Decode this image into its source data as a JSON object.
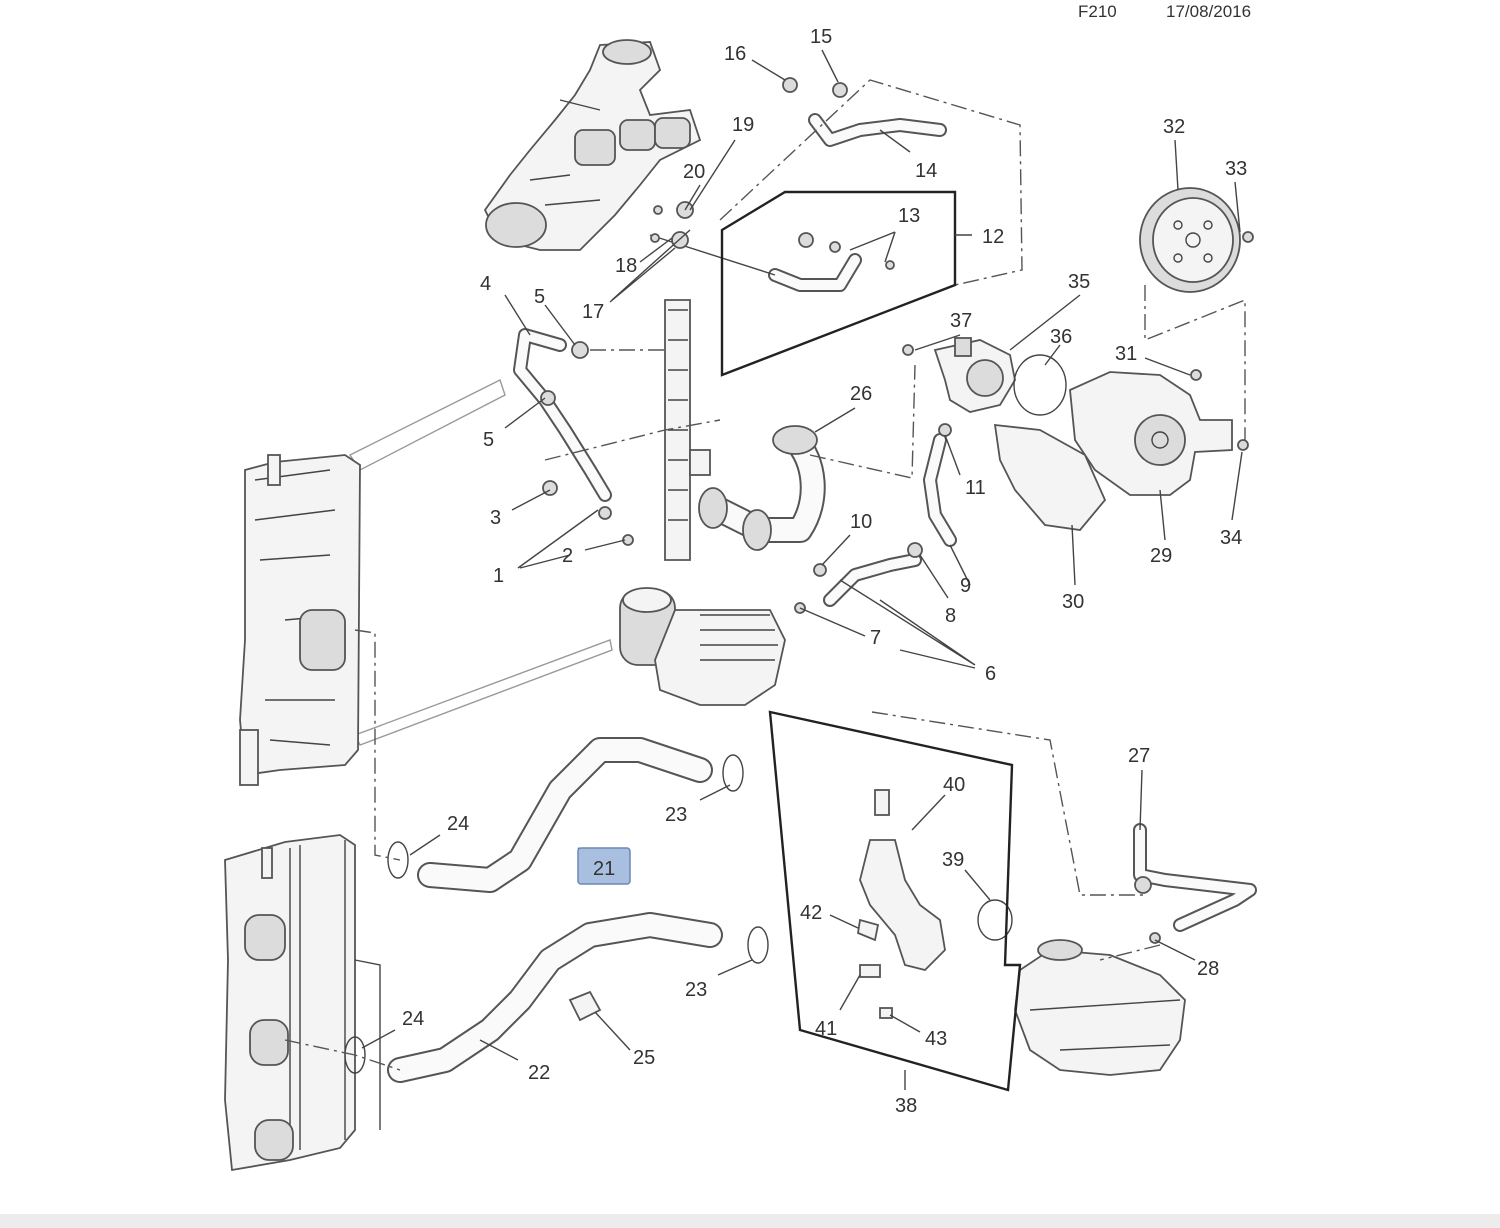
{
  "header": {
    "code": "F210",
    "date": "17/08/2016"
  },
  "callouts": [
    {
      "id": "1",
      "text": "1"
    },
    {
      "id": "2",
      "text": "2"
    },
    {
      "id": "3",
      "text": "3"
    },
    {
      "id": "4",
      "text": "4"
    },
    {
      "id": "5a",
      "text": "5"
    },
    {
      "id": "5b",
      "text": "5"
    },
    {
      "id": "6",
      "text": "6"
    },
    {
      "id": "7",
      "text": "7"
    },
    {
      "id": "8",
      "text": "8"
    },
    {
      "id": "9",
      "text": "9"
    },
    {
      "id": "10",
      "text": "10"
    },
    {
      "id": "11",
      "text": "11"
    },
    {
      "id": "12",
      "text": "12"
    },
    {
      "id": "13",
      "text": "13"
    },
    {
      "id": "14",
      "text": "14"
    },
    {
      "id": "15",
      "text": "15"
    },
    {
      "id": "16",
      "text": "16"
    },
    {
      "id": "17",
      "text": "17"
    },
    {
      "id": "18",
      "text": "18"
    },
    {
      "id": "19",
      "text": "19"
    },
    {
      "id": "20",
      "text": "20"
    },
    {
      "id": "21",
      "text": "21",
      "highlighted": true
    },
    {
      "id": "22",
      "text": "22"
    },
    {
      "id": "23a",
      "text": "23"
    },
    {
      "id": "23b",
      "text": "23"
    },
    {
      "id": "24a",
      "text": "24"
    },
    {
      "id": "24b",
      "text": "24"
    },
    {
      "id": "25",
      "text": "25"
    },
    {
      "id": "26",
      "text": "26"
    },
    {
      "id": "27",
      "text": "27"
    },
    {
      "id": "28",
      "text": "28"
    },
    {
      "id": "29",
      "text": "29"
    },
    {
      "id": "30",
      "text": "30"
    },
    {
      "id": "31",
      "text": "31"
    },
    {
      "id": "32",
      "text": "32"
    },
    {
      "id": "33",
      "text": "33"
    },
    {
      "id": "34",
      "text": "34"
    },
    {
      "id": "35",
      "text": "35"
    },
    {
      "id": "36",
      "text": "36"
    },
    {
      "id": "37",
      "text": "37"
    },
    {
      "id": "38",
      "text": "38"
    },
    {
      "id": "39",
      "text": "39"
    },
    {
      "id": "40",
      "text": "40"
    },
    {
      "id": "41",
      "text": "41"
    },
    {
      "id": "42",
      "text": "42"
    },
    {
      "id": "43",
      "text": "43"
    }
  ],
  "colors": {
    "highlight_fill": "#a9bfe0",
    "highlight_stroke": "#6b87b8",
    "line": "#444444",
    "bar": "#ececec"
  }
}
